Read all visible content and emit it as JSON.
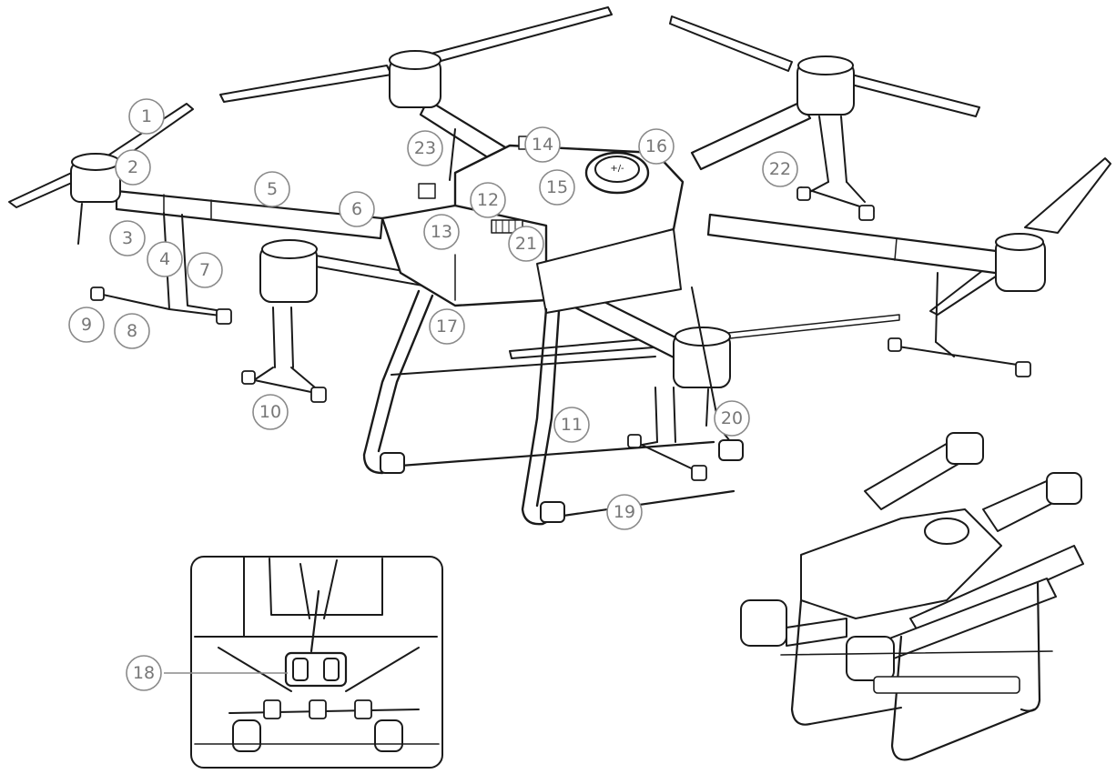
{
  "callouts": [
    "1",
    "2",
    "3",
    "4",
    "5",
    "6",
    "7",
    "8",
    "9",
    "10",
    "11",
    "12",
    "13",
    "14",
    "15",
    "16",
    "17",
    "18",
    "19",
    "20",
    "21",
    "22",
    "23"
  ],
  "colors": {
    "line": "#1a1a1a",
    "callout_stroke": "#8a8a8a",
    "callout_text": "#777777",
    "background": "#ffffff"
  },
  "panels": {
    "main": "drone-assembled-view",
    "inset_nozzle": "spray-nozzle-detail",
    "inset_folded": "drone-folded-view"
  }
}
